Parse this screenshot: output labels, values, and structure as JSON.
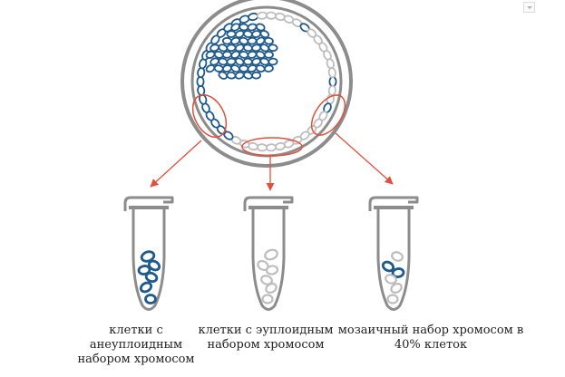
{
  "colors": {
    "outline": "#8c8c8c",
    "aneuploid_cell": "#1f5a8c",
    "euploid_cell": "#bdbdbd",
    "highlight": "#e2503c"
  },
  "tubes": [
    {
      "caption": "клетки с анеуплоидным набором хромосом",
      "content": "aneuploid"
    },
    {
      "caption": "клетки с эуплоидным набором хромосом",
      "content": "euploid"
    },
    {
      "caption": "мозаичный набор хромосом в 40% клеток",
      "content": "mosaic"
    }
  ],
  "icons": {
    "corner": "dropdown-arrow-icon"
  }
}
